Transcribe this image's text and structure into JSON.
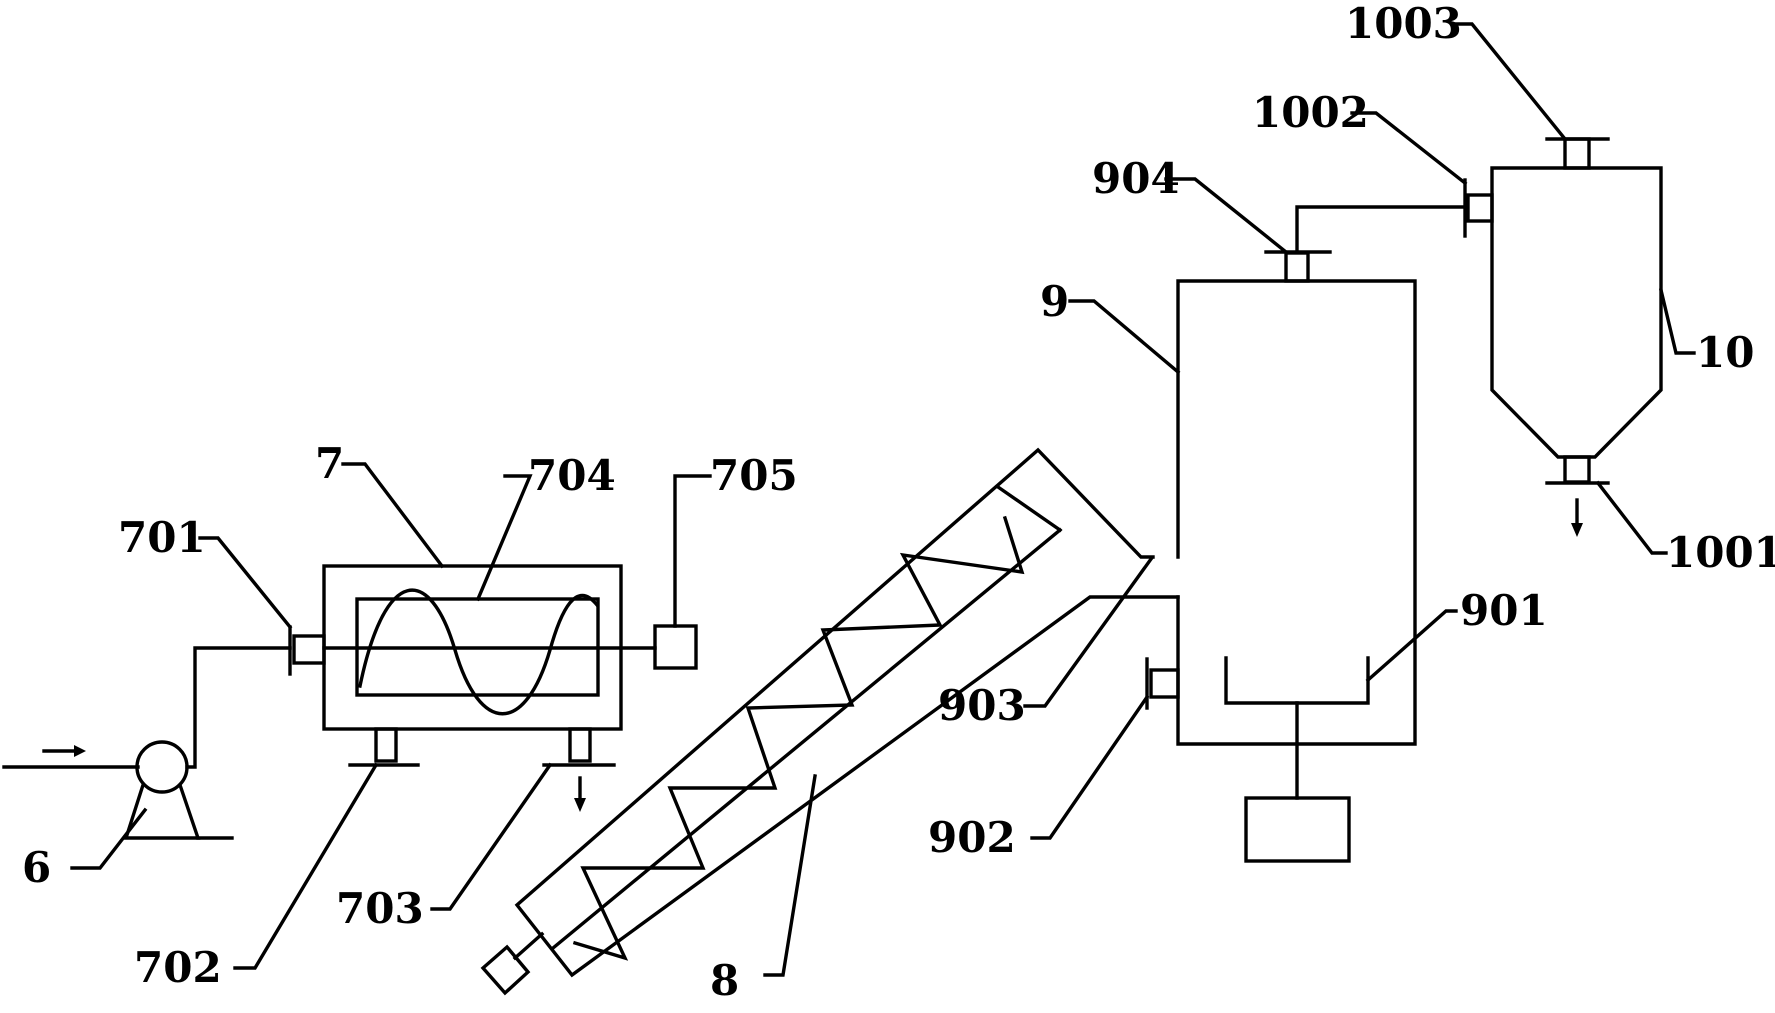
{
  "diagram": {
    "type": "process-flow-schematic",
    "labels": {
      "pump": "6",
      "mixer": "7",
      "mixer_inlet": "701",
      "mixer_support_left": "702",
      "mixer_outlet": "703",
      "mixer_screw": "704",
      "mixer_motor": "705",
      "screw_conveyor": "8",
      "reactor": "9",
      "reactor_agitator": "901",
      "reactor_inlet": "902",
      "reactor_feed_port": "903",
      "reactor_top_outlet": "904",
      "cyclone": "10",
      "cyclone_bottom_outlet": "1001",
      "cyclone_inlet": "1002",
      "cyclone_top_outlet": "1003"
    }
  }
}
